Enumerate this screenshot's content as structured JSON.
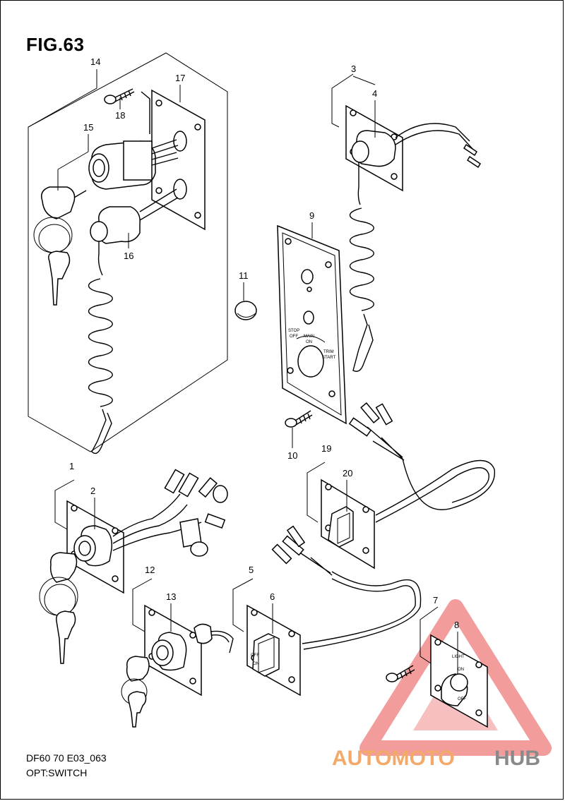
{
  "figure": {
    "title": "FIG.63",
    "code": "DF60 70 E03_063",
    "name": "OPT:SWITCH"
  },
  "callouts": [
    "1",
    "2",
    "3",
    "4",
    "5",
    "6",
    "7",
    "8",
    "9",
    "10",
    "11",
    "12",
    "13",
    "14",
    "15",
    "16",
    "17",
    "18",
    "19",
    "20"
  ],
  "panel_labels": {
    "stop": "STOP",
    "off": "OFF",
    "main": "MAIN",
    "on": "ON",
    "trim": "TRIM",
    "start": "START",
    "light": "LIGHT",
    "light_on": "ON",
    "light_off": "OFF",
    "switch_off": "OFF",
    "switch_on": "ON"
  },
  "watermark": {
    "text_a": "AUTOMOTO",
    "text_b": "HUB",
    "color_a": "#f3a96a",
    "color_b": "#8a8a8a",
    "triangle_color": "#e63b3b"
  }
}
